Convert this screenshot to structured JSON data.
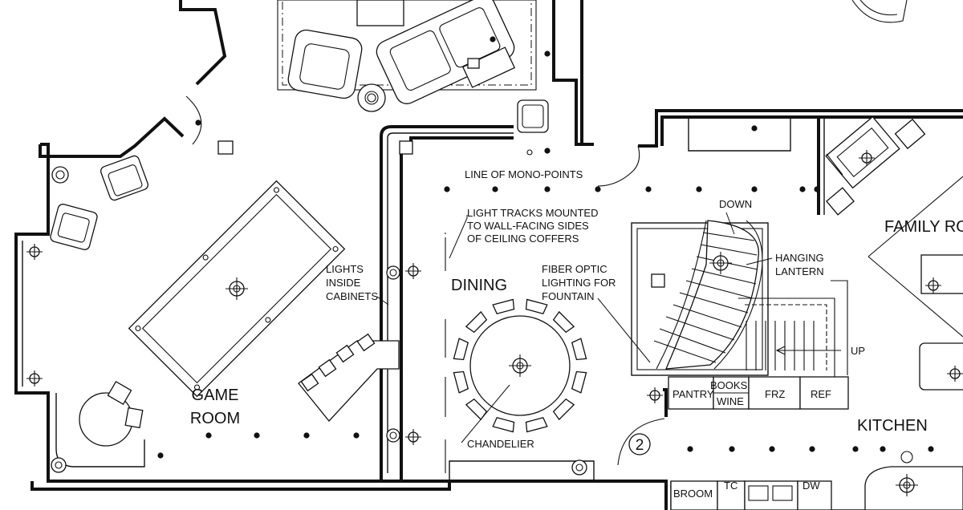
{
  "rooms": {
    "game_room_line1": "GAME",
    "game_room_line2": "ROOM",
    "dining": "DINING",
    "kitchen": "KITCHEN",
    "family_room": "FAMILY RO"
  },
  "annotations": {
    "mono_points": "LINE OF MONO-POINTS",
    "light_tracks_1": "LIGHT TRACKS MOUNTED",
    "light_tracks_2": "TO WALL-FACING SIDES",
    "light_tracks_3": "OF CEILING COFFERS",
    "cabinet_lights_1": "LIGHTS",
    "cabinet_lights_2": "INSIDE",
    "cabinet_lights_3": "CABINETS",
    "fiber_optic_1": "FIBER OPTIC",
    "fiber_optic_2": "LIGHTING FOR",
    "fiber_optic_3": "FOUNTAIN",
    "down": "DOWN",
    "hanging_1": "HANGING",
    "hanging_2": "LANTERN",
    "up": "UP",
    "chandelier": "CHANDELIER",
    "marker": "2"
  },
  "fixtures": {
    "pantry": "PANTRY",
    "books": "BOOKS",
    "wine": "WINE",
    "frz": "FRZ",
    "ref": "REF",
    "broom": "BROOM",
    "tc": "TC",
    "dw": "DW"
  },
  "colors": {
    "line": "#111111",
    "background": "#ffffff"
  }
}
